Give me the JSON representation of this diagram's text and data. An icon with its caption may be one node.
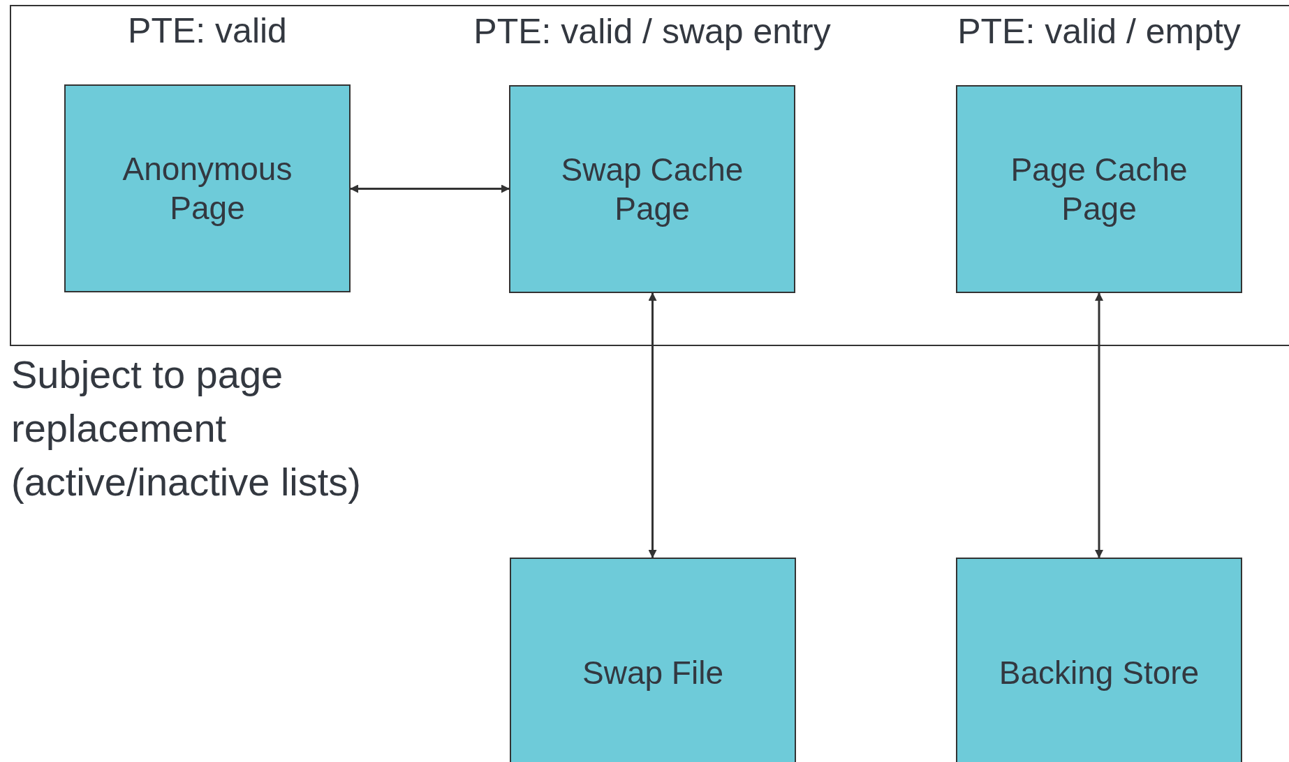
{
  "diagram": {
    "nodes": [
      {
        "text": [
          "Subject to page replacement (active/inactive lists)"
        ]
      },
      {
        "text": [
          "Anonymous Page"
        ],
        "in": 0,
        "beside": [
          "PTE: valid"
        ]
      },
      {
        "text": [
          "Swap Cache Page"
        ],
        "in": 0,
        "beside": [
          "PTE: valid / swap entry"
        ]
      },
      {
        "text": [
          "Page Cache Page"
        ],
        "in": 0,
        "beside": [
          "PTE: valid / empty"
        ]
      },
      {
        "text": [
          "Swap File"
        ]
      },
      {
        "text": [
          "Backing Store"
        ]
      }
    ],
    "edges": [
      {
        "from": 1,
        "to": 2,
        "arrow": "both"
      },
      {
        "from": 2,
        "to": 4,
        "arrow": "both"
      },
      {
        "from": 3,
        "to": 5,
        "arrow": "both"
      }
    ]
  }
}
